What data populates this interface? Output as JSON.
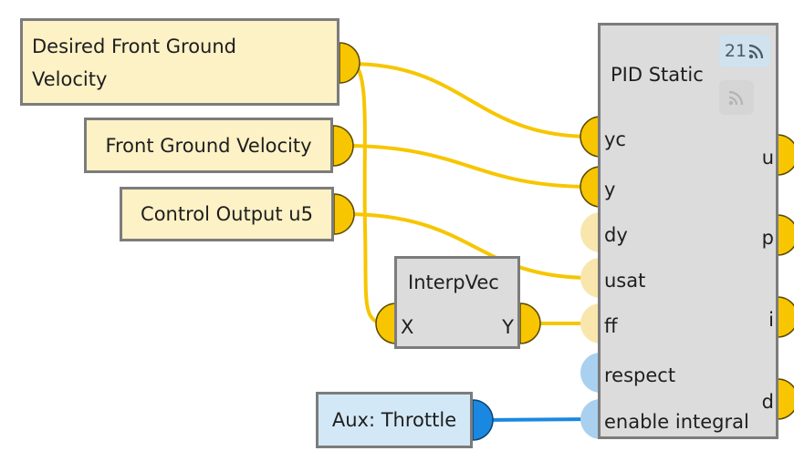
{
  "variables": {
    "desired_front_ground_velocity": "Desired Front Ground Velocity",
    "front_ground_velocity": "Front Ground Velocity",
    "control_output_u5": "Control Output u5",
    "aux_throttle": "Aux: Throttle"
  },
  "interp_block": {
    "title": "InterpVec",
    "input_x": "X",
    "output_y": "Y"
  },
  "pid_block": {
    "title": "PID Static",
    "badge_count": "21",
    "inputs": [
      "yc",
      "y",
      "dy",
      "usat",
      "ff",
      "respect",
      "enable integral"
    ],
    "outputs": [
      "u",
      "p",
      "i",
      "d"
    ]
  },
  "colors": {
    "signal_wire": "#f7c600",
    "aux_wire": "#1a88e0",
    "variable_fill": "#fdf1c6",
    "block_fill": "#dcdcdc",
    "aux_fill": "#d3e8f6",
    "inactive_port": "#f8e6ad",
    "inactive_aux_port": "#a9d0ef"
  }
}
